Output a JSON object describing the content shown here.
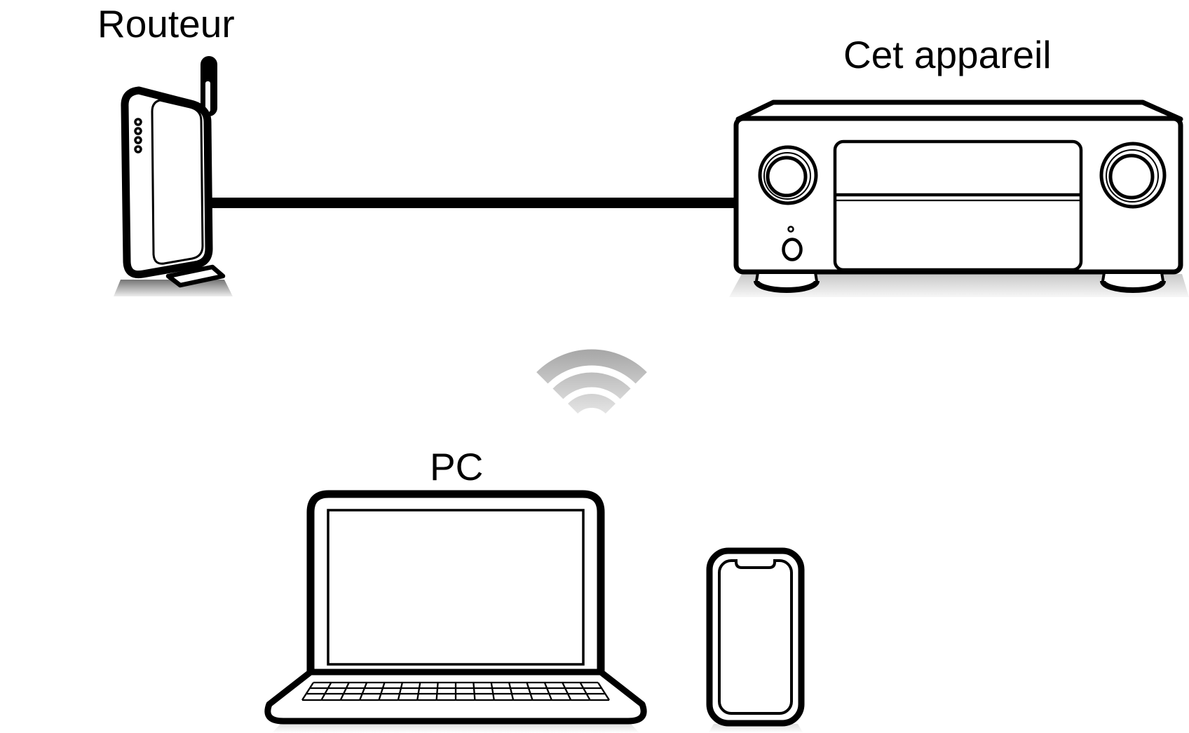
{
  "page": {
    "background": "#ffffff"
  },
  "labels": {
    "router": "Routeur",
    "receiver": "Cet appareil",
    "pc": "PC"
  },
  "colors": {
    "stroke": "#000000",
    "fill": "#ffffff",
    "wifi_gradient_top": "#a4a4a4",
    "wifi_gradient_bottom": "#ebebeb",
    "router_shadow_dark": "#6f6f6f",
    "router_shadow_light": "#f2f2f2",
    "device_shadow_dark": "#c6c6c6",
    "device_shadow_light": "#f7f7f7"
  },
  "diagram": {
    "nodes": [
      {
        "id": "router",
        "icon": "router-icon",
        "label": "Routeur"
      },
      {
        "id": "receiver",
        "icon": "av-receiver-icon",
        "label": "Cet appareil"
      },
      {
        "id": "pc",
        "icon": "laptop-icon",
        "label": "PC"
      },
      {
        "id": "smartphone",
        "icon": "smartphone-icon",
        "label": ""
      }
    ],
    "wireless_indicator": {
      "icon": "wifi-signal-icon"
    },
    "cable": {
      "type": "wired-lan-cable",
      "from": "router",
      "to": "receiver"
    }
  }
}
